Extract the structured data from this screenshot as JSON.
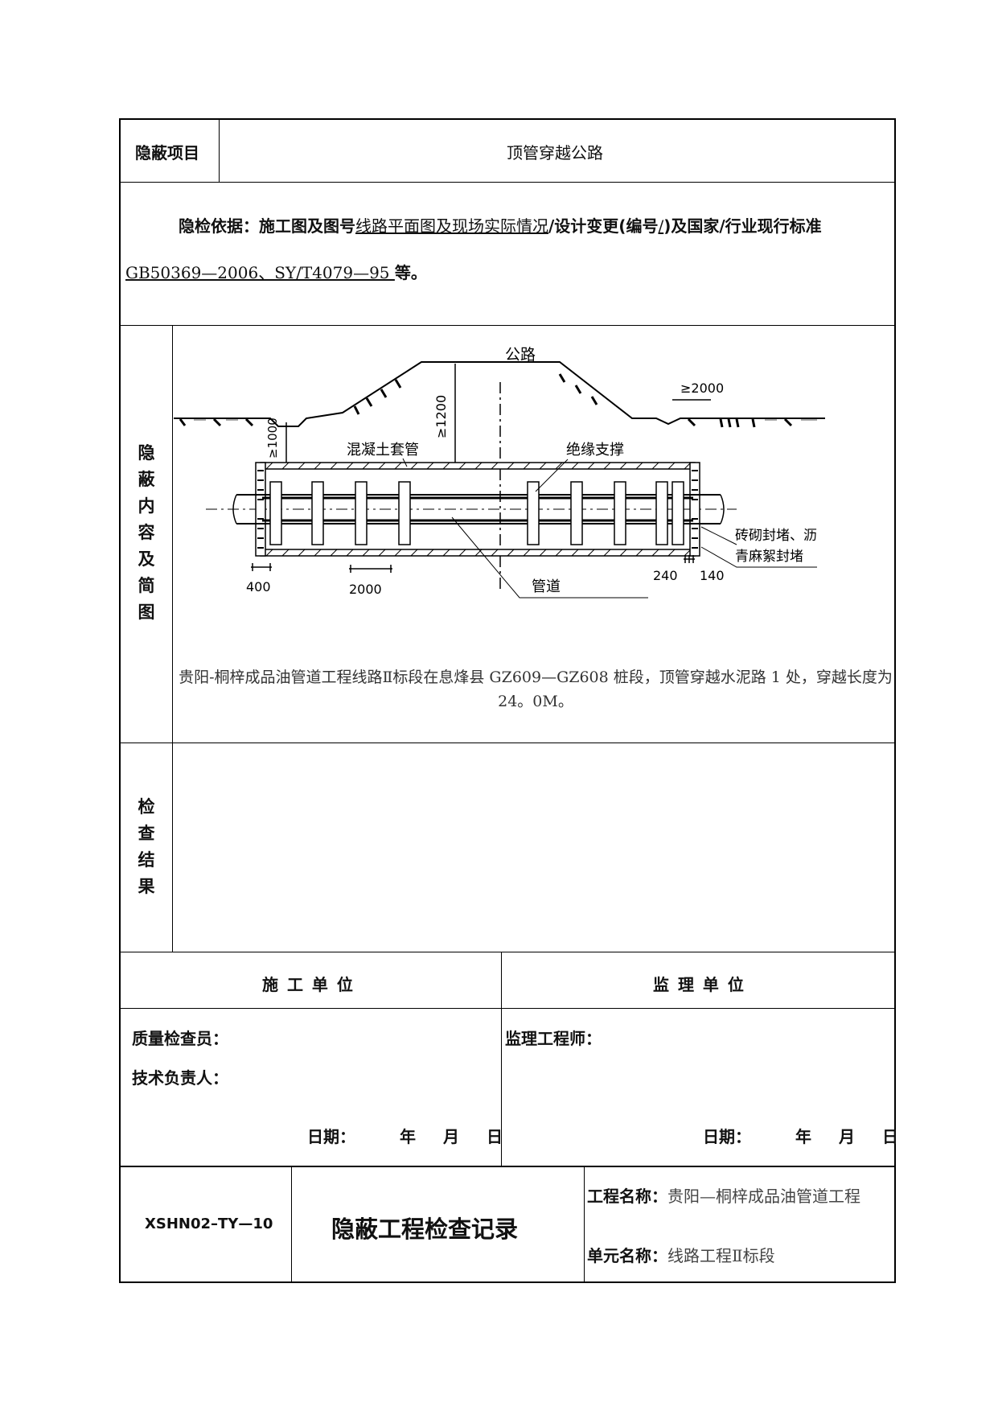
{
  "row1": {
    "label": "隐蔽项目",
    "value": "顶管穿越公路"
  },
  "basis": {
    "label": "隐检依据：",
    "t1": "施工图及图号",
    "drawing": "线路平面图及现场实际情况",
    "t2": "/设计变更(编号",
    "change_no": "/",
    "t3": ")及国家/行业现行标准",
    "standards": "GB50369—2006、SY/T4079—95 ",
    "t4": "等。"
  },
  "content": {
    "label": "隐蔽内容及简图",
    "description": "贵阳-桐梓成品油管道工程线路Ⅱ标段在息烽县 GZ609—GZ608 桩段，顶管穿越水泥路 1 处，穿越长度为 24。0M。"
  },
  "diagram": {
    "road": "公路",
    "depth_road": "≥1200",
    "depth_side": "≥1000",
    "distance_right": "≥2000",
    "casing": "混凝土套管",
    "support": "绝缘支撑",
    "seal_line1": "砖砌封堵、沥",
    "seal_line2": "青麻絮封堵",
    "pipe": "管道",
    "dim_400": "400",
    "dim_2000": "2000",
    "dim_240": "240",
    "dim_140": "140"
  },
  "result": {
    "label": "检查结果"
  },
  "units": {
    "construction": "施 工 单 位",
    "supervision": "监 理 单 位",
    "quality_inspector": "质量检查员：",
    "tech_lead": "技术负责人：",
    "supervisor": "监理工程师：",
    "date_label": "日期：",
    "year": "年",
    "month": "月",
    "day": "日"
  },
  "footer": {
    "code": "XSHN02–TY—10",
    "title": "隐蔽工程检查记录",
    "project_label": "工程名称：",
    "project_name": "贵阳—桐梓成品油管道工程",
    "unit_label": "单元名称：",
    "unit_name": "线路工程Ⅱ标段"
  }
}
